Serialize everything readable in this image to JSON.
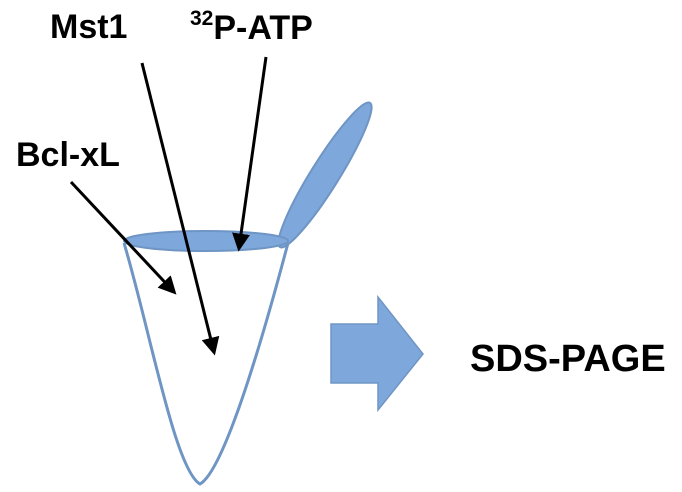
{
  "labels": {
    "mst1": "Mst1",
    "atp_superscript": "32",
    "atp_text": "P-ATP",
    "bcl": "Bcl-xL",
    "sds": "SDS-PAGE"
  },
  "colors": {
    "tube_stroke": "#6f95c4",
    "tube_fill": "#7ea7db",
    "cap_fill": "#7ea7db",
    "arrow_fill": "#7ea7db",
    "pointer_arrow": "#000000",
    "text": "#000000"
  }
}
